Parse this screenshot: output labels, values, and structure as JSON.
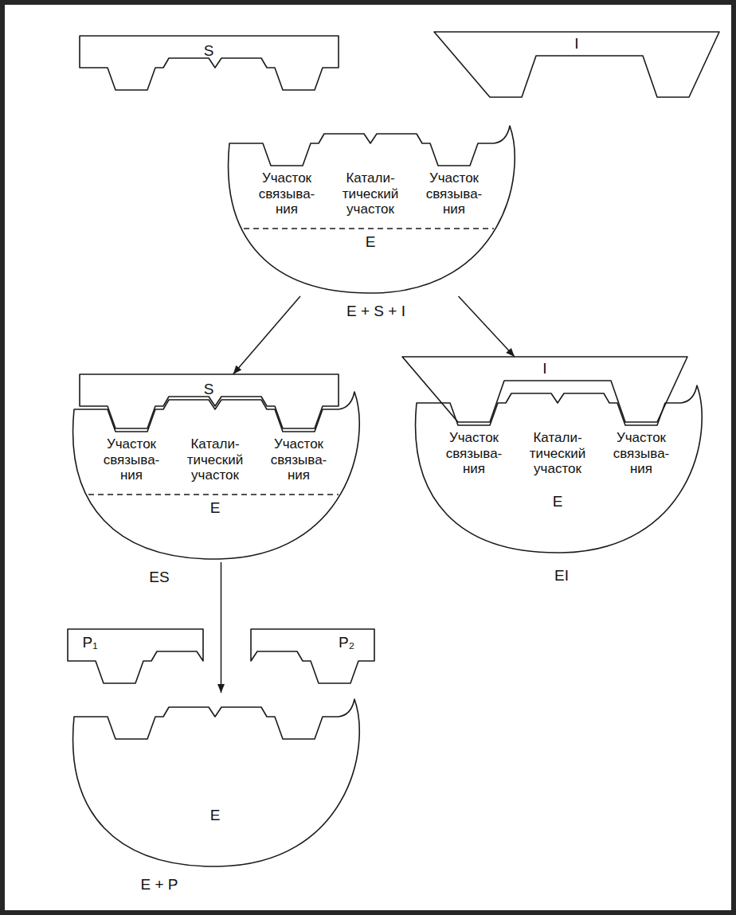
{
  "diagram": {
    "nodes": [
      {
        "text": [
          "S"
        ]
      },
      {
        "text": [
          "I"
        ]
      },
      {
        "text": [
          "Участок связыва- ния",
          "Катали- тический участок",
          "Участок связыва- ния",
          "E"
        ]
      },
      {
        "text": [
          "S"
        ]
      },
      {
        "text": [
          "Участок связыва- ния",
          "Катали- тический участок",
          "Участок связыва- ния",
          "E"
        ]
      },
      {
        "text": [
          "I"
        ]
      },
      {
        "text": [
          "Участок связыва- ния",
          "Катали- тический участок",
          "Участок связыва- ния",
          "E"
        ]
      },
      {
        "text": [
          "P₁"
        ]
      },
      {
        "text": [
          "P₂"
        ]
      },
      {
        "text": [
          "E"
        ]
      }
    ],
    "edges": [
      {
        "from": 2,
        "to": 3,
        "arrow": "to"
      },
      {
        "from": 2,
        "to": 5,
        "arrow": "to"
      },
      {
        "from": 4,
        "to": 9,
        "arrow": "to"
      }
    ],
    "labels": [
      "E + S + I",
      "ES",
      "EI",
      "E + P"
    ]
  }
}
